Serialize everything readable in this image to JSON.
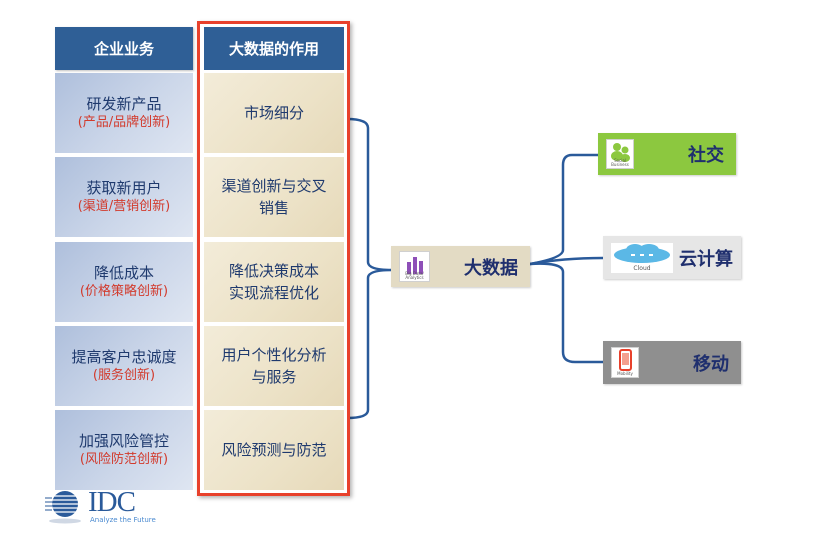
{
  "left_column": {
    "header": "企业业务",
    "rows": [
      {
        "main": "研发新产品",
        "sub": "(产品/品牌创新)"
      },
      {
        "main": "获取新用户",
        "sub": "(渠道/营销创新)"
      },
      {
        "main": "降低成本",
        "sub": "(价格策略创新)"
      },
      {
        "main": "提高客户忠诚度",
        "sub": "(服务创新)"
      },
      {
        "main": "加强风险管控",
        "sub": "(风险防范创新)"
      }
    ]
  },
  "right_column": {
    "header": "大数据的作用",
    "rows": [
      {
        "line1": "市场细分",
        "line2": ""
      },
      {
        "line1": "渠道创新与交叉",
        "line2": "销售"
      },
      {
        "line1": "降低决策成本",
        "line2": "实现流程优化"
      },
      {
        "line1": "用户个性化分析",
        "line2": "与服务"
      },
      {
        "line1": "风险预测与防范",
        "line2": ""
      }
    ]
  },
  "center_node": {
    "label": "大数据",
    "icon": "bar-chart-icon",
    "icon_caption": "Big Data/ Analytics",
    "color": "#e3dbc4"
  },
  "branches": [
    {
      "label": "社交",
      "icon": "people-icon",
      "icon_caption": "Social Business",
      "color": "#8cc83f"
    },
    {
      "label": "云计算",
      "icon": "cloud-icon",
      "icon_caption": "Cloud",
      "color": "#e6e6e6"
    },
    {
      "label": "移动",
      "icon": "phone-icon",
      "icon_caption": "Mobility",
      "color": "#8f8f8f"
    }
  ],
  "logo": {
    "name": "IDC",
    "tagline": "Analyze the Future"
  },
  "colors": {
    "header_blue": "#2f5f96",
    "highlight_red": "#e8412c",
    "connector_blue": "#2a5a9a",
    "sub_text_red": "#d23a2c"
  }
}
